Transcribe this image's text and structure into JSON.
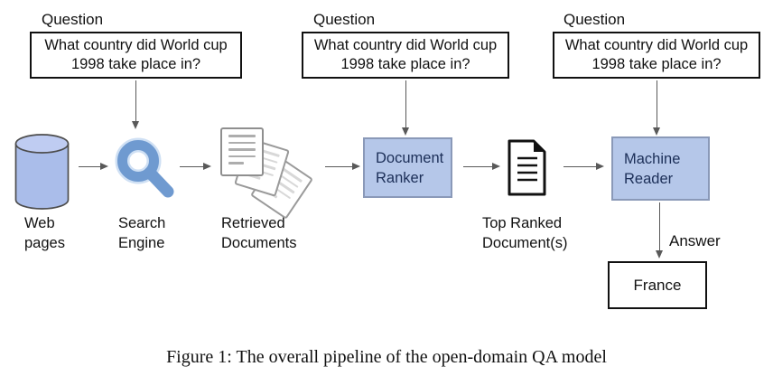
{
  "palette": {
    "process_box_fill": "#b5c7e9",
    "process_box_border": "#8a99b8",
    "process_box_text": "#1c2f58",
    "arrow_color": "#595959",
    "search_icon_blue": "#6f9ad0",
    "cylinder_fill": "#aabdea",
    "cylinder_top_fill": "#bfccf2",
    "outline_black": "#111111"
  },
  "questions": [
    {
      "label": "Question",
      "line1": "What country did World cup",
      "line2": "1998 take place in?"
    },
    {
      "label": "Question",
      "line1": "What country did World cup",
      "line2": "1998 take place in?"
    },
    {
      "label": "Question",
      "line1": "What country did World cup",
      "line2": "1998 take place in?"
    }
  ],
  "pipeline": {
    "web_pages": {
      "line1": "Web",
      "line2": "pages"
    },
    "search_engine": {
      "line1": "Search",
      "line2": "Engine"
    },
    "retrieved_documents": {
      "line1": "Retrieved",
      "line2": "Documents"
    },
    "document_ranker": {
      "line1": "Document",
      "line2": "Ranker"
    },
    "top_ranked_documents": {
      "line1": "Top Ranked",
      "line2": "Document(s)"
    },
    "machine_reader": {
      "line1": "Machine",
      "line2": "Reader"
    }
  },
  "answer": {
    "label": "Answer",
    "value": "France"
  },
  "caption": "Figure 1: The overall pipeline of the open-domain QA model"
}
